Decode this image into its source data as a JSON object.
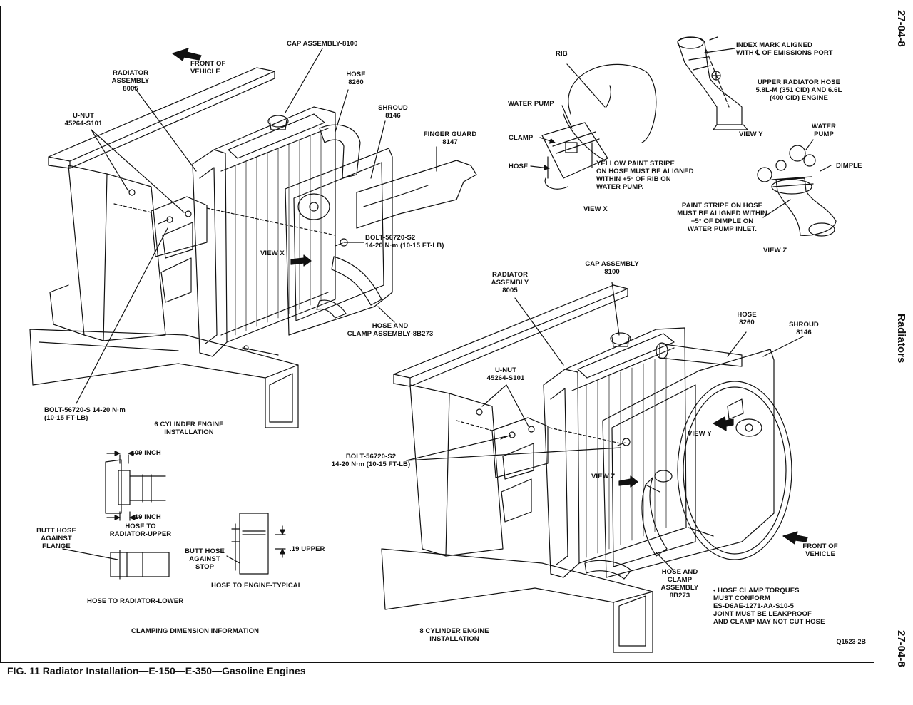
{
  "page": {
    "page_number": "27-04-8",
    "section": "Radiators",
    "caption": "FIG. 11 Radiator Installation—E-150—E-350—Gasoline Engines",
    "figure_code": "Q1523-2B"
  },
  "six_cyl": {
    "front_of_vehicle": "FRONT OF\nVEHICLE",
    "cap_assembly": "CAP ASSEMBLY-8100",
    "radiator_assembly": "RADIATOR\nASSEMBLY\n8005",
    "hose": "HOSE\n8260",
    "shroud": "SHROUD\n8146",
    "finger_guard": "FINGER GUARD\n8147",
    "u_nut": "U-NUT\n45264-S101",
    "bolt_right": "BOLT-56720-S2\n14-20 N·m (10-15 FT-LB)",
    "view_x": "VIEW X",
    "hose_clamp": "HOSE AND\nCLAMP ASSEMBLY-8B273",
    "bolt_left": "BOLT-56720-S 14-20 N·m\n(10-15 FT-LB)",
    "title": "6 CYLINDER ENGINE\nINSTALLATION"
  },
  "view_x_detail": {
    "rib": "RIB",
    "water_pump": "WATER PUMP",
    "clamp": "CLAMP",
    "hose": "HOSE",
    "note": "YELLOW PAINT STRIPE\nON HOSE MUST BE ALIGNED\nWITHIN +5° OF RIB ON\nWATER PUMP.",
    "title": "VIEW X"
  },
  "view_y_detail": {
    "index_mark": "INDEX MARK ALIGNED\nWITH ℄ OF EMISSIONS PORT",
    "upper_hose": "UPPER RADIATOR HOSE\n5.8L-M (351 CID) AND 6.6L\n(400 CID) ENGINE",
    "title": "VIEW Y"
  },
  "view_z_detail": {
    "water_pump": "WATER\nPUMP",
    "dimple": "DIMPLE",
    "note": "PAINT STRIPE ON HOSE\nMUST BE ALIGNED WITHIN\n+5° OF DIMPLE ON\nWATER PUMP INLET.",
    "title": "VIEW Z"
  },
  "clamping": {
    "dim_09": ".09 INCH",
    "dim_19": ".19 INCH",
    "hose_upper": "HOSE TO\nRADIATOR-UPPER",
    "butt_flange": "BUTT HOSE\nAGAINST\nFLANGE",
    "hose_lower": "HOSE TO RADIATOR-LOWER",
    "butt_stop": "BUTT HOSE\nAGAINST\nSTOP",
    "dim_19_upper": ".19 UPPER",
    "hose_engine": "HOSE TO ENGINE-TYPICAL",
    "title": "CLAMPING DIMENSION INFORMATION"
  },
  "eight_cyl": {
    "radiator_assembly": "RADIATOR\nASSEMBLY\n8005",
    "cap_assembly": "CAP ASSEMBLY\n8100",
    "hose": "HOSE\n8260",
    "shroud": "SHROUD\n8146",
    "u_nut": "U-NUT\n45264-S101",
    "bolt": "BOLT-56720-S2\n14-20 N·m (10-15 FT-LB)",
    "view_y": "VIEW Y",
    "view_z": "VIEW Z",
    "front_of_vehicle": "FRONT OF\nVEHICLE",
    "hose_clamp": "HOSE AND\nCLAMP\nASSEMBLY\n8B273",
    "torque_note": "• HOSE CLAMP TORQUES\nMUST CONFORM\nES-D6AE-1271-AA-S10-5\nJOINT MUST BE LEAKPROOF\nAND CLAMP MAY NOT CUT HOSE",
    "title": "8 CYLINDER ENGINE\nINSTALLATION"
  }
}
